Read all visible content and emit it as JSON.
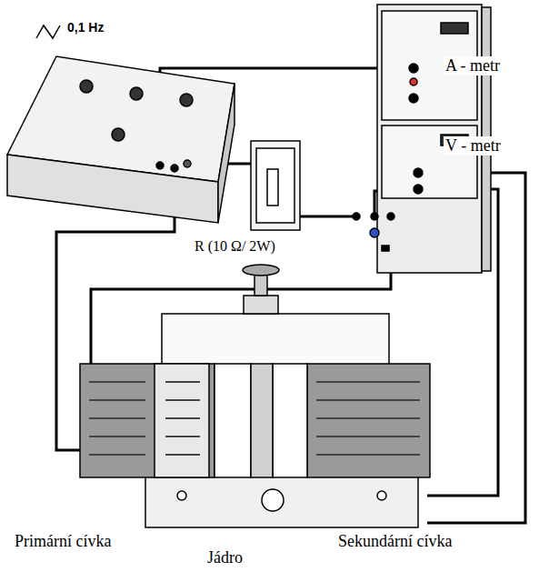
{
  "diagram": {
    "labels": [
      "0,1 Hz",
      "A - metr",
      "V - metr",
      "R (10 Ω/ 2W)",
      "Primární cívka",
      "Jádro",
      "Sekundární cívka"
    ]
  }
}
